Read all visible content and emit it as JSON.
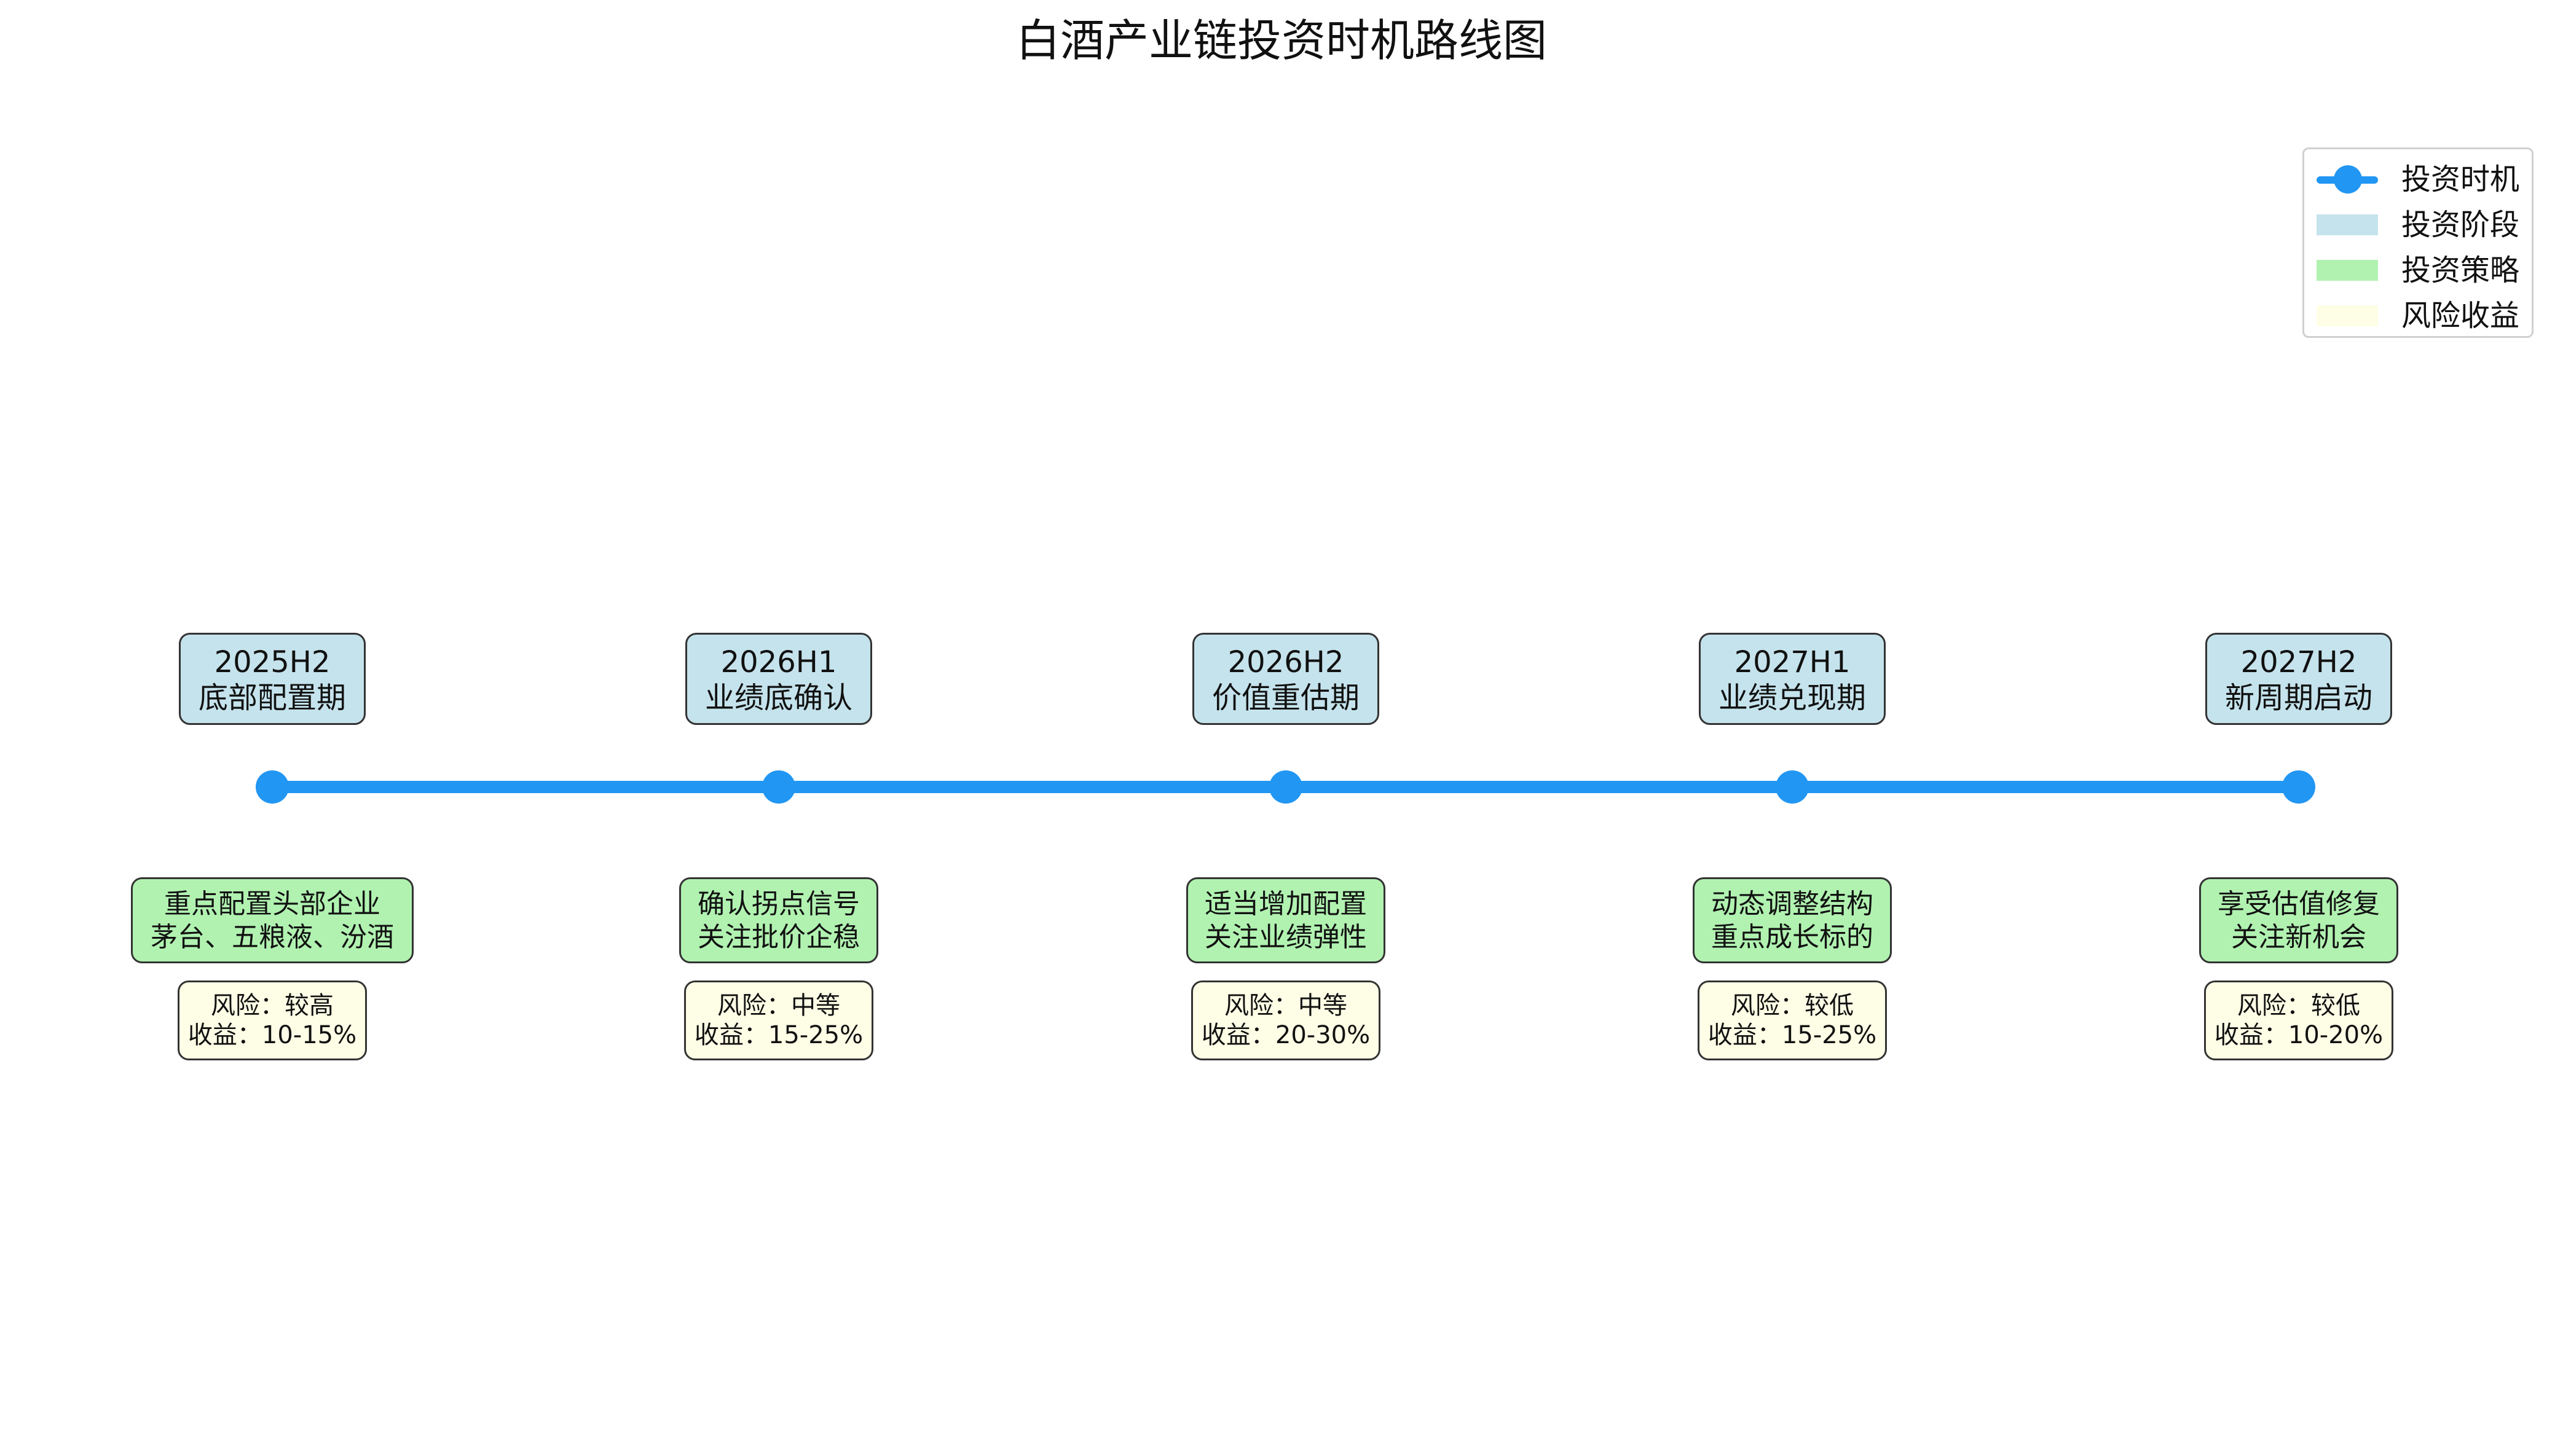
{
  "title": "白酒产业链投资时机路线图",
  "colors": {
    "timeline": "#2196f3",
    "phase_fill": "#c5e3ec",
    "strategy_fill": "#b1f2b1",
    "risk_fill": "#fefee6",
    "border": "#333333"
  },
  "legend": [
    {
      "label": "投资时机",
      "swatch": "line-dot"
    },
    {
      "label": "投资阶段",
      "swatch": "phase"
    },
    {
      "label": "投资策略",
      "swatch": "strategy"
    },
    {
      "label": "风险收益",
      "swatch": "risk"
    }
  ],
  "stages": [
    {
      "period": "2025H2",
      "name": "底部配置期",
      "strategy_line1": "重点配置头部企业",
      "strategy_line2": "茅台、五粮液、汾酒",
      "risk": "风险：较高",
      "return": "收益：10-15%"
    },
    {
      "period": "2026H1",
      "name": "业绩底确认",
      "strategy_line1": "确认拐点信号",
      "strategy_line2": "关注批价企稳",
      "risk": "风险：中等",
      "return": "收益：15-25%"
    },
    {
      "period": "2026H2",
      "name": "价值重估期",
      "strategy_line1": "适当增加配置",
      "strategy_line2": "关注业绩弹性",
      "risk": "风险：中等",
      "return": "收益：20-30%"
    },
    {
      "period": "2027H1",
      "name": "业绩兑现期",
      "strategy_line1": "动态调整结构",
      "strategy_line2": "重点成长标的",
      "risk": "风险：较低",
      "return": "收益：15-25%"
    },
    {
      "period": "2027H2",
      "name": "新周期启动",
      "strategy_line1": "享受估值修复",
      "strategy_line2": "关注新机会",
      "risk": "风险：较低",
      "return": "收益：10-20%"
    }
  ]
}
